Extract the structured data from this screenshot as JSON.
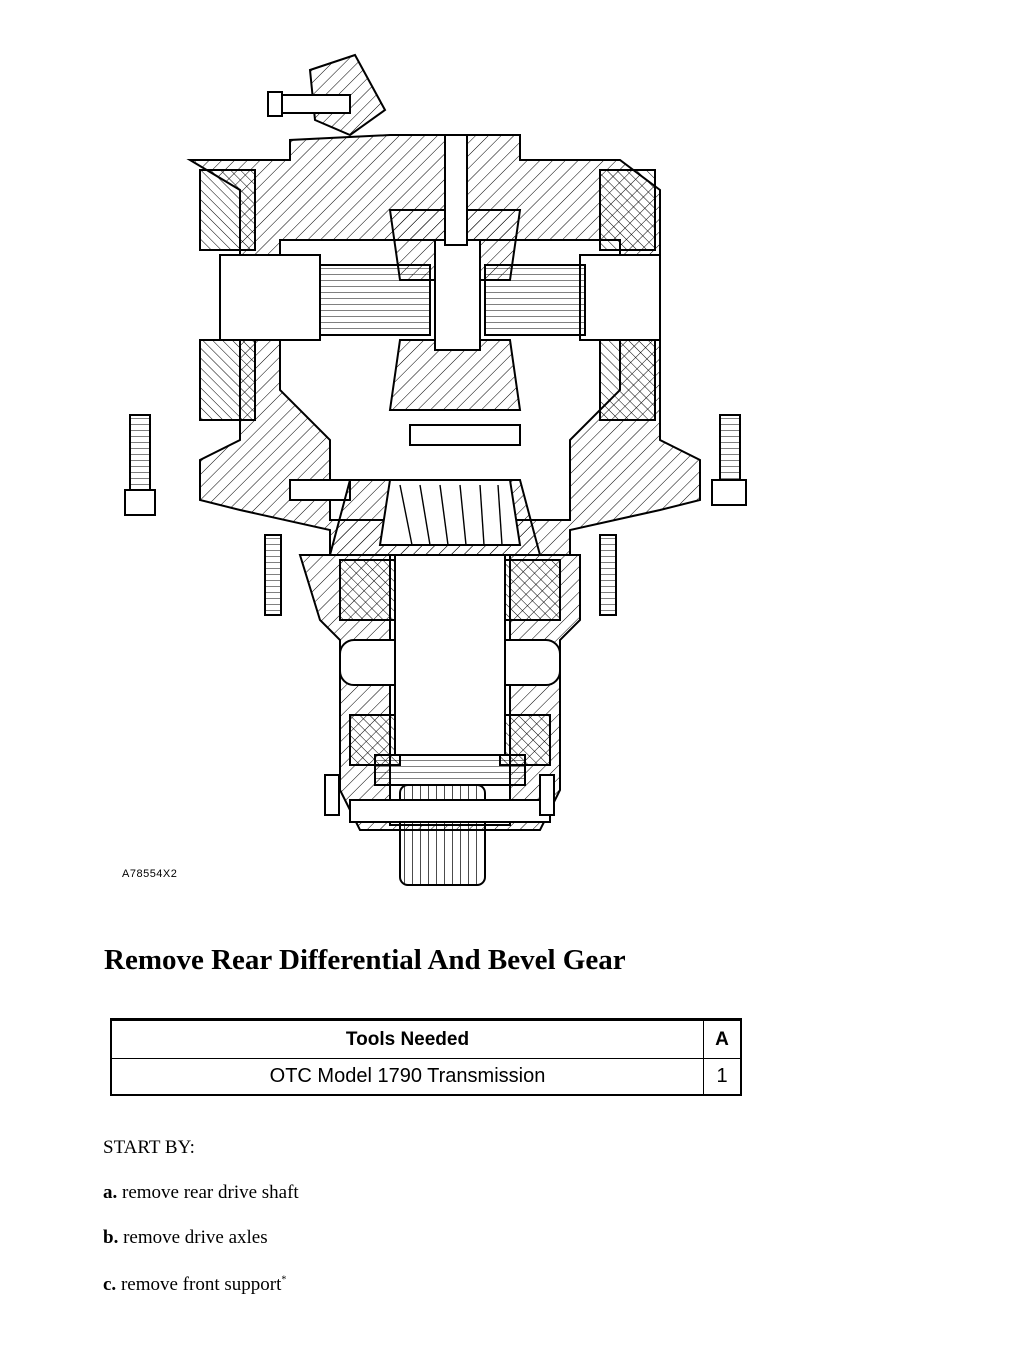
{
  "figure": {
    "id_label": "A78554X2",
    "alt": ""
  },
  "section_title": "Remove Rear Differential And Bevel Gear",
  "tools_table": {
    "headers": [
      "Tools Needed",
      "A"
    ],
    "rows": [
      {
        "tool": "OTC Model 1790 Transmission",
        "qty": "1"
      }
    ]
  },
  "start_by": {
    "label": "START BY:",
    "steps": [
      {
        "letter": "a.",
        "text": "remove rear drive shaft"
      },
      {
        "letter": "b.",
        "text": "remove drive axles"
      },
      {
        "letter": "c.",
        "text": "remove front support",
        "mark": "*"
      }
    ]
  }
}
